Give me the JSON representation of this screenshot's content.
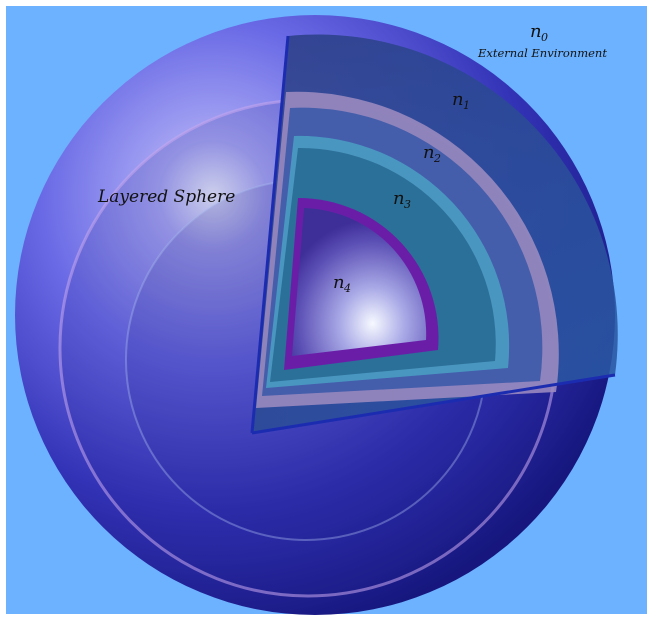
{
  "labels": {
    "title": "Layered Sphere",
    "n0": "n",
    "n0_sub": "0",
    "external": "External Environment",
    "n1": "n",
    "n1_sub": "1",
    "n2": "n",
    "n2_sub": "2",
    "n3": "n",
    "n3_sub": "3",
    "n4": "n",
    "n4_sub": "4"
  },
  "colors": {
    "background": "#6cb2ff",
    "sphere_outer": "#1a1a8c",
    "sphere_highlight": "#e6ecff",
    "cutaway_outer_band": "#2a4a9a",
    "layer1_ring": "#9a8ac0",
    "layer2_ring": "#4aa0c4",
    "layer3_fill": "#2a6e96",
    "core_ring": "#6a1ea8",
    "core_highlight": "#f2f6ff"
  }
}
